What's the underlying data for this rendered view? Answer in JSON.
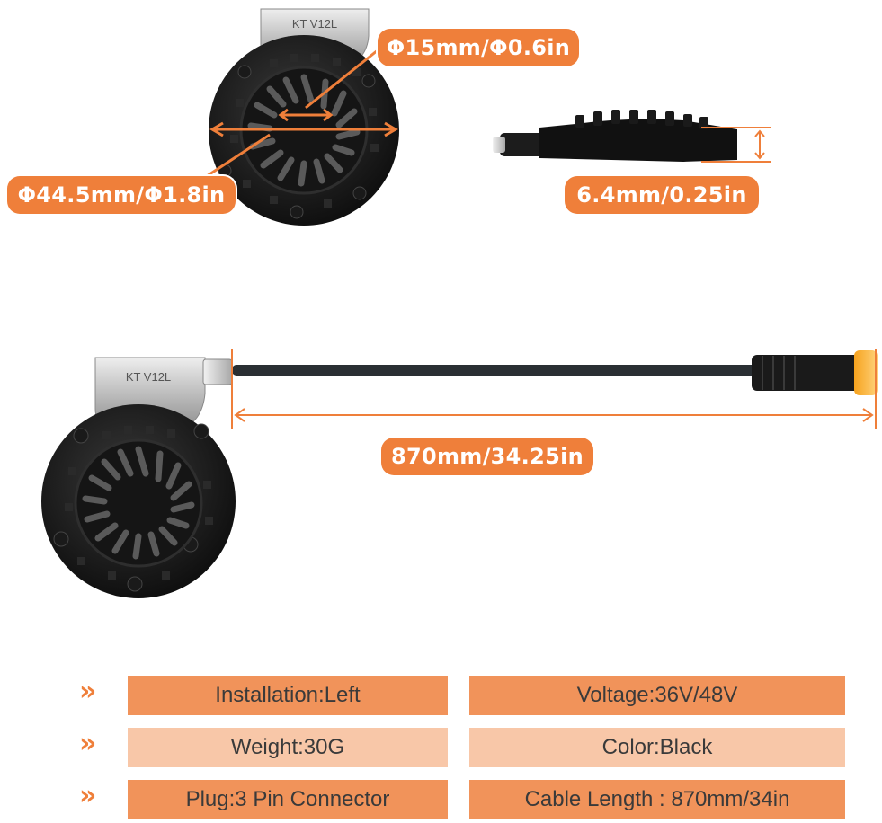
{
  "sensor_label_top": "KT V12L",
  "sensor_label_bottom": "KT V12L",
  "dimensions": {
    "inner_diameter": "Φ15mm/Φ0.6in",
    "outer_diameter": "Φ44.5mm/Φ1.8in",
    "thickness": "6.4mm/0.25in",
    "cable_length": "870mm/34.25in"
  },
  "specs": [
    {
      "left": "Installation:Left",
      "right": "Voltage:36V/48V"
    },
    {
      "left": "Weight:30G",
      "right": "Color:Black"
    },
    {
      "left": "Plug:3 Pin Connector",
      "right": "Cable Length : 870mm/34in"
    }
  ],
  "colors": {
    "accent": "#ef7f3a",
    "row_dark": "#f1935a",
    "row_light": "#f8c7a8"
  }
}
